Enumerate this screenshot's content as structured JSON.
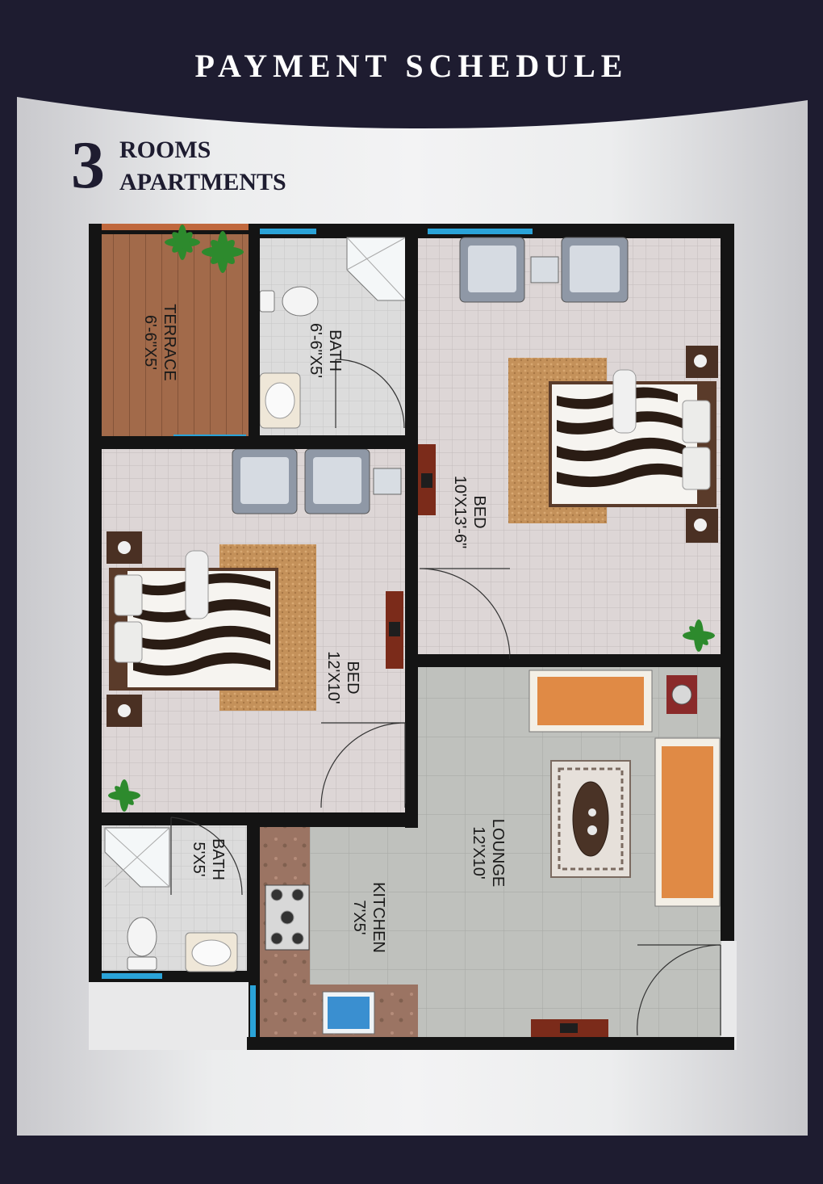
{
  "header": {
    "title": "PAYMENT SCHEDULE"
  },
  "heading": {
    "number": "3",
    "line1": "ROOMS",
    "line2": "APARTMENTS"
  },
  "rooms": {
    "terrace": {
      "name": "TERRACE",
      "size": "6'-6\"X5'"
    },
    "bath_top": {
      "name": "BATH",
      "size": "6'-6\"X5'"
    },
    "bed_right": {
      "name": "BED",
      "size": "10'X13'-6\""
    },
    "bed_left": {
      "name": "BED",
      "size": "12'X10'"
    },
    "bath_bottom": {
      "name": "BATH",
      "size": "5'X5'"
    },
    "kitchen": {
      "name": "KITCHEN",
      "size": "7'X5'"
    },
    "lounge": {
      "name": "LOUNGE",
      "size": "12'X10'"
    }
  },
  "colors": {
    "background": "#1e1c30",
    "wall": "#141414",
    "window": "#2aa3d8",
    "terrace_wood": "#a26a4a",
    "floor_tile": "#ddd6d6",
    "lounge_tile": "#bfc1bd",
    "sofa": "#e08a45"
  }
}
